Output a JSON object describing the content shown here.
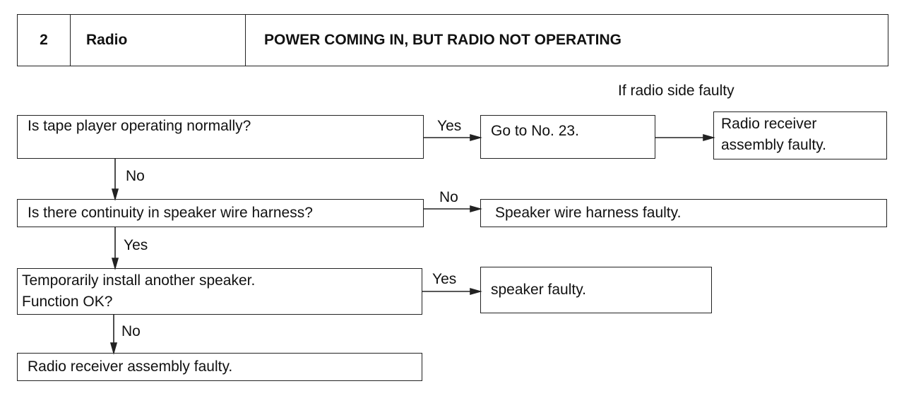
{
  "header": {
    "number": "2",
    "system": "Radio",
    "symptom": "POWER COMING IN, BUT RADIO NOT OPERATING"
  },
  "flow": {
    "q1": "Is tape player operating normally?",
    "q2": "Is there continuity in speaker wire harness?",
    "q3_line1": "Temporarily install another speaker.",
    "q3_line2": "Function OK?",
    "end": "Radio receiver assembly faulty.",
    "goto": "Go to No. 23.",
    "radio_faulty_line1": "Radio receiver",
    "radio_faulty_line2": "assembly faulty.",
    "harness_faulty": "Speaker wire harness faulty.",
    "speaker_faulty": "speaker faulty.",
    "side_note": "If radio side faulty"
  },
  "labels": {
    "q1_yes": "Yes",
    "q1_no": "No",
    "q2_no": "No",
    "q2_yes": "Yes",
    "q3_yes": "Yes",
    "q3_no": "No"
  }
}
